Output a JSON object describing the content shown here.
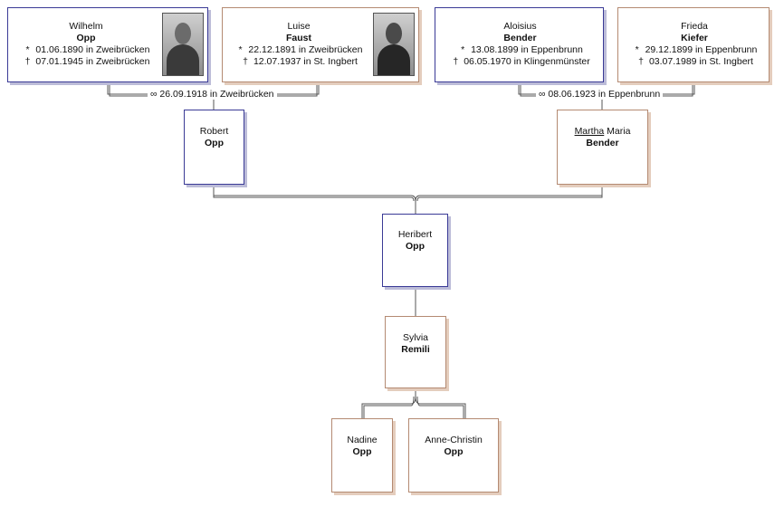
{
  "persons": {
    "wilhelm": {
      "given": "Wilhelm",
      "surname": "Opp",
      "birth": "01.06.1890 in Zweibrücken",
      "death": "07.01.1945 in Zweibrücken"
    },
    "luise": {
      "given": "Luise",
      "surname": "Faust",
      "birth": "22.12.1891 in Zweibrücken",
      "death": "12.07.1937 in St. Ingbert"
    },
    "aloisius": {
      "given": "Aloisius",
      "surname": "Bender",
      "birth": "13.08.1899 in Eppenbrunn",
      "death": "06.05.1970 in Klingenmünster"
    },
    "frieda": {
      "given": "Frieda",
      "surname": "Kiefer",
      "birth": "29.12.1899 in Eppenbrunn",
      "death": "03.07.1989 in St. Ingbert"
    },
    "robert": {
      "given": "Robert",
      "surname": "Opp"
    },
    "martha": {
      "given_underlined": "Martha",
      "given_rest": "Maria",
      "surname": "Bender"
    },
    "heribert": {
      "given": "Heribert",
      "surname": "Opp"
    },
    "sylvia": {
      "given": "Sylvia",
      "surname": "Remili"
    },
    "nadine": {
      "given": "Nadine",
      "surname": "Opp"
    },
    "anne": {
      "given": "Anne-Christin",
      "surname": "Opp"
    }
  },
  "marriages": {
    "opp_faust": "26.09.1918 in Zweibrücken",
    "bender_kiefer": "08.06.1923 in Eppenbrunn"
  },
  "symbols": {
    "birth": "*",
    "death": "†",
    "marriage": "∞"
  },
  "colors": {
    "male_border": "#3a3a96",
    "female_border": "#b48a72",
    "line": "#555555"
  }
}
